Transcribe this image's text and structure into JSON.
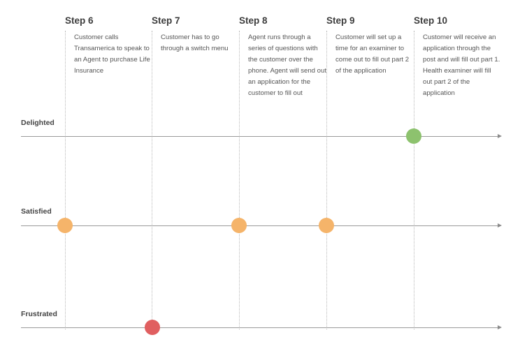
{
  "steps": [
    {
      "title": "Step 6",
      "description": "Customer calls Transamerica to speak to an Agent to purchase Life Insurance"
    },
    {
      "title": "Step 7",
      "description": "Customer has to go through a switch menu"
    },
    {
      "title": "Step 8",
      "description": "Agent runs through a series of questions with the customer over the phone. Agent will send out an application for the customer to fill out"
    },
    {
      "title": "Step 9",
      "description": "Customer will set up a time for an examiner to come out to fill out part 2 of the application"
    },
    {
      "title": "Step 10",
      "description": "Customer will receive an application through the post and will fill out part 1. Health examiner will fill out part 2 of the application"
    }
  ],
  "levels": [
    {
      "label": "Delighted"
    },
    {
      "label": "Satisfied"
    },
    {
      "label": "Frustrated"
    }
  ],
  "points": [
    {
      "step": "Step 6",
      "level": "Satisfied",
      "color": "#f5b46a"
    },
    {
      "step": "Step 7",
      "level": "Frustrated",
      "color": "#e05f60"
    },
    {
      "step": "Step 8",
      "level": "Satisfied",
      "color": "#f5b46a"
    },
    {
      "step": "Step 9",
      "level": "Satisfied",
      "color": "#f5b46a"
    },
    {
      "step": "Step 10",
      "level": "Delighted",
      "color": "#8dc26e"
    }
  ]
}
